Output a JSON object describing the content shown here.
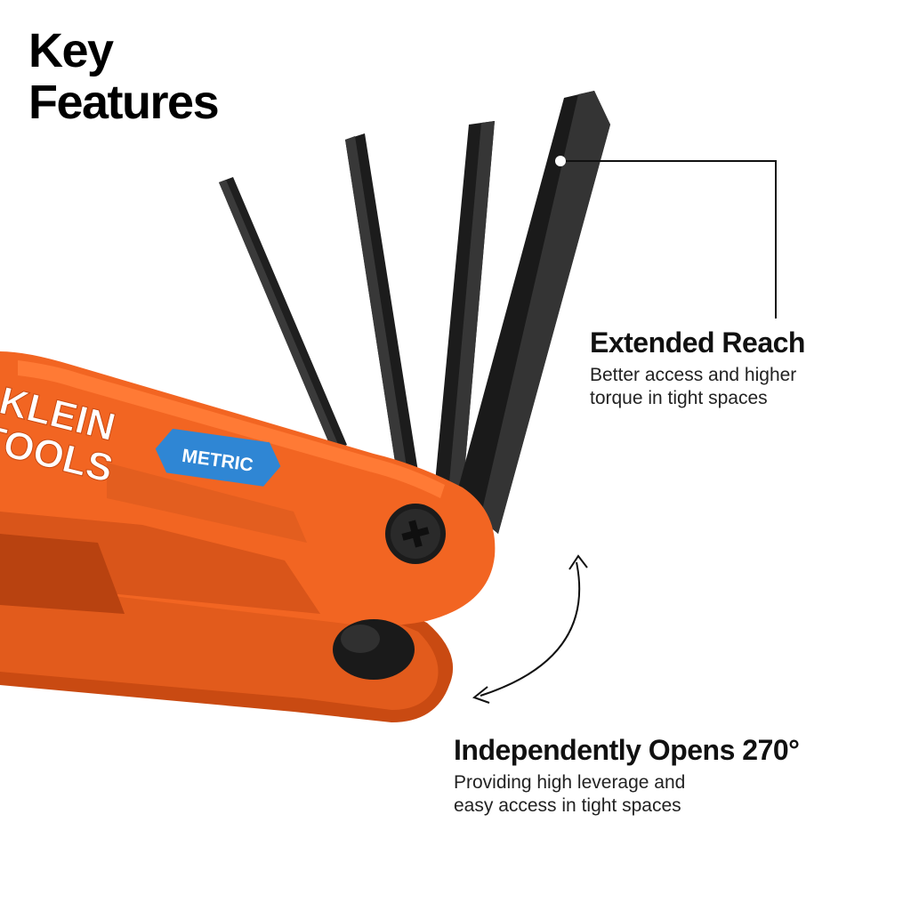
{
  "title": {
    "line1": "Key",
    "line2": "Features"
  },
  "features": [
    {
      "heading": "Extended Reach",
      "desc_line1": "Better access and higher",
      "desc_line2": "torque in tight spaces"
    },
    {
      "heading": "Independently Opens 270°",
      "desc_line1": "Providing high leverage and",
      "desc_line2": "easy access in tight spaces"
    }
  ],
  "product": {
    "brand_line1": "KLEIN",
    "brand_line2": "TOOLS",
    "badge": "METRIC"
  },
  "colors": {
    "handle_orange": "#f26522",
    "handle_shadow": "#c94a12",
    "key_black": "#1c1c1c",
    "badge_blue": "#2f86d4",
    "callout_line": "#111111"
  }
}
